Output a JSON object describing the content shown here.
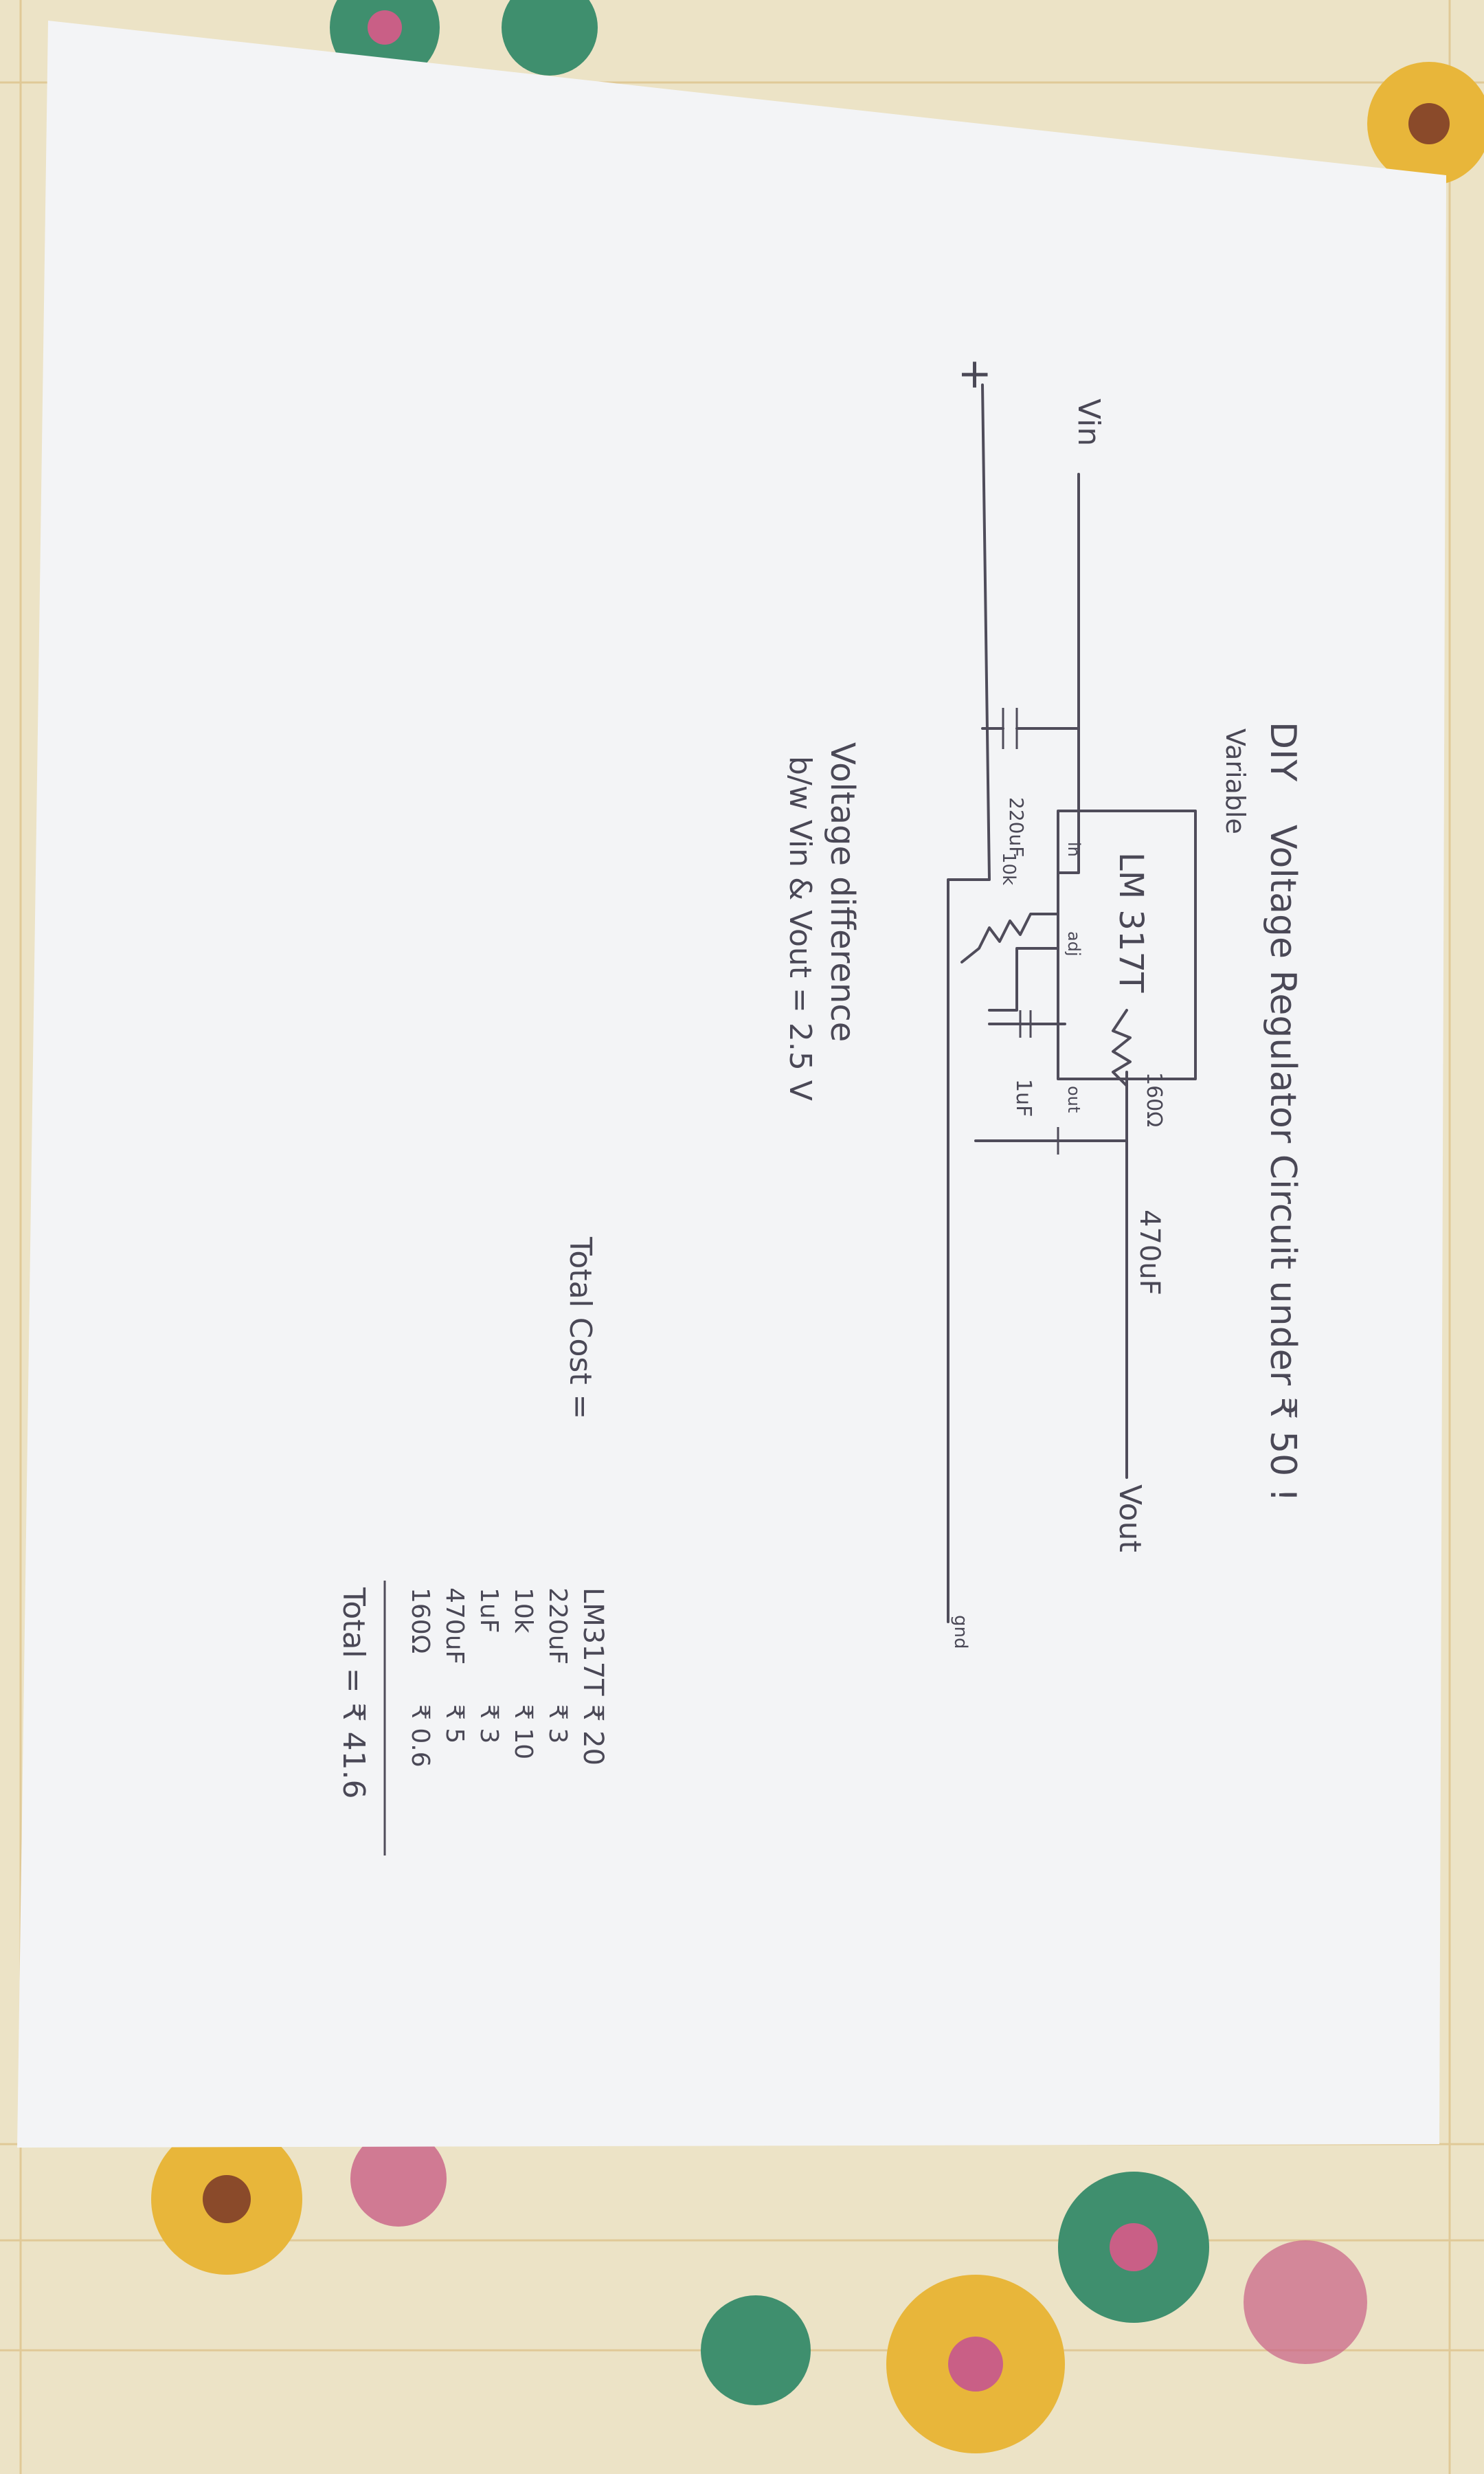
{
  "title": {
    "line1": "DIY",
    "line2": "Variable",
    "rest": "Voltage Regulator Circuit under ₹ 50 !"
  },
  "colors": {
    "paper": "#f3f4f6",
    "ink": "#4a4856",
    "cloth": "#ece3c6",
    "flower_yellow": "#e8b63a",
    "flower_green": "#3f8f6e",
    "flower_pink": "#c95f86"
  },
  "circuit": {
    "ic": "LM 317T",
    "pin_in": "in",
    "pin_adj": "adj",
    "pin_out": "out",
    "vin": "Vin",
    "vout": "Vout",
    "plus": "+",
    "ground": "gnd",
    "c_in": "220uF",
    "pot": "10k",
    "c_adj": "1uF",
    "r_fixed": "160Ω",
    "c_out": "470uF"
  },
  "notes": {
    "diff_line1": "Voltage difference",
    "diff_line2": "b/w Vin & Vout = 2.5 V",
    "cost_label": "Total Cost ="
  },
  "cost": {
    "items": [
      {
        "part": "LM317T",
        "price": "₹ 20"
      },
      {
        "part": "220uF",
        "price": "₹ 3"
      },
      {
        "part": "10k",
        "price": "₹ 10"
      },
      {
        "part": "1uF",
        "price": "₹ 3"
      },
      {
        "part": "470uF",
        "price": "₹ 5"
      },
      {
        "part": "160Ω",
        "price": "₹ 0.6"
      }
    ],
    "total": "Total = ₹ 41.6"
  }
}
